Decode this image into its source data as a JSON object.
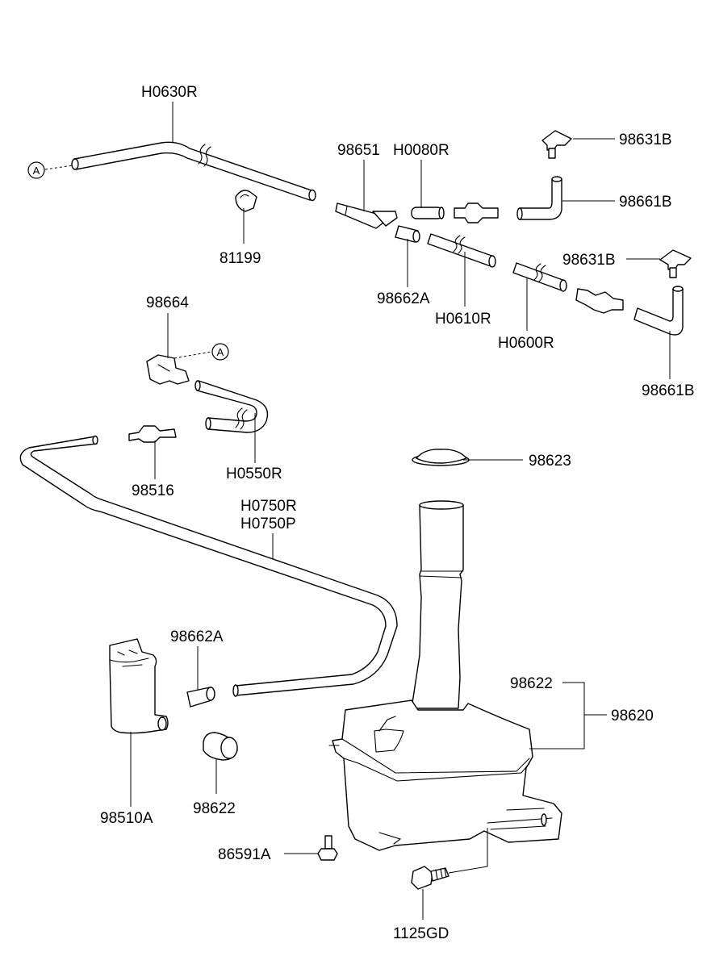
{
  "labels": {
    "h0630r": "H0630R",
    "p81199": "81199",
    "p98651": "98651",
    "h0080r": "H0080R",
    "p98631b_top": "98631B",
    "p98661b_top": "98661B",
    "p98662a_top": "98662A",
    "h0610r": "H0610R",
    "p98631b_mid": "98631B",
    "h0600r": "H0600R",
    "p98661b_bottom": "98661B",
    "p98664": "98664",
    "h0550r": "H0550R",
    "p98516": "98516",
    "p98623": "98623",
    "h0750r": "H0750R",
    "h0750p": "H0750P",
    "p98662a_low": "98662A",
    "p98510a": "98510A",
    "p98622_low": "98622",
    "p98622_tank": "98622",
    "p98620": "98620",
    "p86591a": "86591A",
    "p1125gd": "1125GD"
  },
  "markers": {
    "a_left": "A",
    "a_right": "A"
  },
  "colors": {
    "line": "#000000",
    "background": "#ffffff"
  }
}
